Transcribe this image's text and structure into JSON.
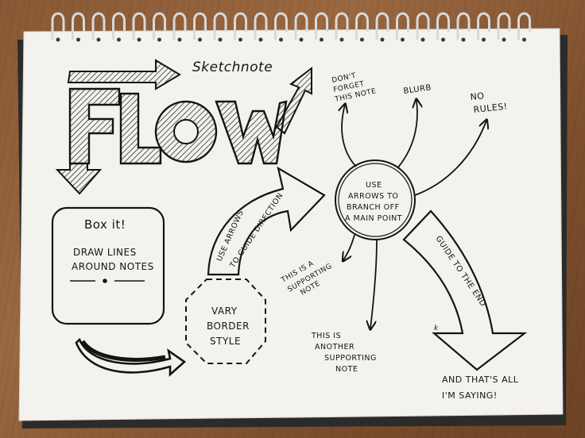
{
  "header": {
    "subtitle": "Sketchnote",
    "title": "FLOW"
  },
  "box_note": {
    "title": "Box it!",
    "line1": "DRAW LINES",
    "line2": "AROUND NOTES"
  },
  "curved_arrow_note": {
    "line1": "USE ARROWS",
    "line2": "TO GUIDE DIRECTION"
  },
  "circle_note": {
    "line1": "USE",
    "line2": "ARROWS TO",
    "line3": "BRANCH OFF",
    "line4": "A MAIN POINT"
  },
  "branches": {
    "dont_forget": {
      "line1": "DON'T",
      "line2": "FORGET",
      "line3": "THIS NOTE"
    },
    "blurb": "BLURB",
    "no_rules": {
      "line1": "NO",
      "line2": "RULES!"
    },
    "supporting_1": {
      "line1": "THIS IS A",
      "line2": "SUPPORTING",
      "line3": "NOTE"
    },
    "supporting_2": {
      "line1": "THIS IS",
      "line2": "ANOTHER",
      "line3": "SUPPORTING",
      "line4": "NOTE"
    }
  },
  "octagon_note": {
    "line1": "VARY",
    "line2": "BORDER",
    "line3": "STYLE"
  },
  "big_arrow_note": "GUIDE TO THE END",
  "signature": "k",
  "closing": {
    "line1": "AND THAT'S ALL",
    "line2": "I'M SAYING!"
  },
  "icons": [
    "spiral-binding",
    "arrow",
    "octagon",
    "circle"
  ]
}
